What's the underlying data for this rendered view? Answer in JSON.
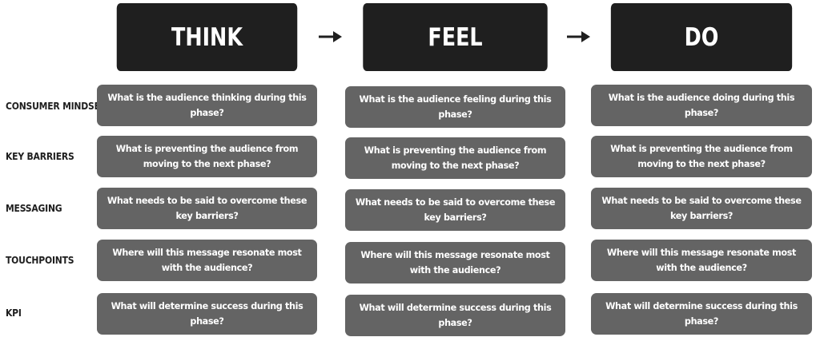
{
  "phases": [
    "THINK",
    "FEEL",
    "DO"
  ],
  "rows": [
    {
      "label": "CONSUMER MINDSET",
      "cells": [
        "What is the audience thinking during this phase?",
        "What is the audience feeling during this phase?",
        "What is the audience doing during this phase?"
      ]
    },
    {
      "label": "KEY BARRIERS",
      "cells": [
        "What is preventing the audience from moving to the next phase?",
        "What is preventing the audience from moving to the next phase?",
        "What is preventing the audience from moving to the next phase?"
      ]
    },
    {
      "label": "MESSAGING",
      "cells": [
        "What needs to be said to overcome these key barriers?",
        "What needs to be said to overcome these key barriers?",
        "What needs to be said to overcome these key barriers?"
      ]
    },
    {
      "label": "TOUCHPOINTS",
      "cells": [
        "Where will this message resonate most with the audience?",
        "Where will this message resonate most with the audience?",
        "Where will this message resonate most with the audience?"
      ]
    },
    {
      "label": "KPI",
      "cells": [
        "What will determine success during this phase?",
        "What will determine success during this phase?",
        "What will determine success during this phase?"
      ]
    }
  ],
  "colors": {
    "header_bg": "#1f1f1f",
    "cell_bg": "#646464",
    "label_text": "#1f1f1f"
  }
}
